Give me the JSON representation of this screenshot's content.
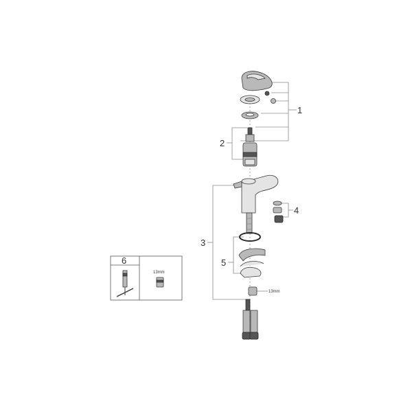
{
  "callouts": {
    "c1": "1",
    "c2": "2",
    "c3": "3",
    "c4": "4",
    "c5": "5",
    "c6": "6"
  },
  "dimensions": {
    "nut_size_main": "13mm",
    "nut_size_inset": "13mm"
  },
  "colors": {
    "line": "#8a8a8a",
    "part_fill": "#b9b9b9",
    "part_stroke": "#3a3a3a",
    "text": "#333333"
  }
}
